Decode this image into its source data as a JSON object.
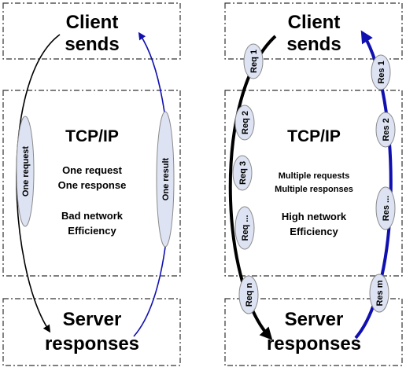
{
  "left": {
    "client_line1": "Client",
    "client_line2": "sends",
    "middle_title": "TCP/IP",
    "middle_line1": "One request",
    "middle_line2": "One response",
    "middle_line3": "Bad network",
    "middle_line4": "Efficiency",
    "server_line1": "Server",
    "server_line2": "responses",
    "oval_left": "One request",
    "oval_right": "One result"
  },
  "right": {
    "client_line1": "Client",
    "client_line2": "sends",
    "middle_title": "TCP/IP",
    "middle_line1": "Multiple requests",
    "middle_line2": "Multiple responses",
    "middle_line3": "High network",
    "middle_line4": "Efficiency",
    "server_line1": "Server",
    "server_line2": "responses",
    "requests": [
      "Req 1",
      "Req 2",
      "Req 3",
      "Req ...",
      "Req n"
    ],
    "responses": [
      "Res 1",
      "Res 2",
      "Res ...",
      "Res m"
    ]
  },
  "colors": {
    "request_line": "#000000",
    "response_line": "#1010b0",
    "oval_fill": "#dde3f3",
    "oval_stroke": "#8a8a8a"
  }
}
